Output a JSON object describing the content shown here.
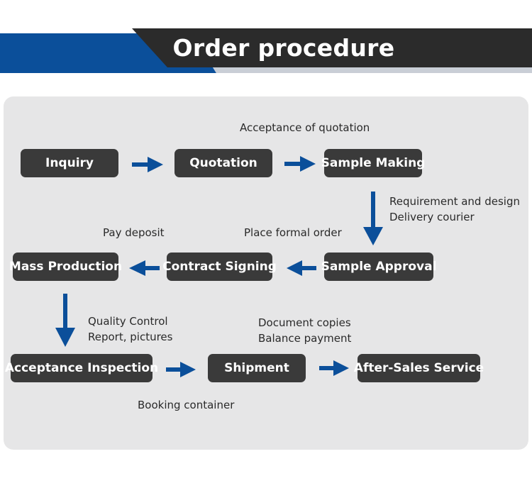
{
  "header": {
    "title": "Order procedure"
  },
  "colors": {
    "accent_blue": "#0b4f9a",
    "box_fill": "#3a3a3a",
    "panel_bg": "#e6e6e7",
    "banner_dark": "#2b2b2b"
  },
  "steps": {
    "inquiry": "Inquiry",
    "quotation": "Quotation",
    "sample_making": "Sample Making",
    "sample_approval": "Sample Approval",
    "contract_signing": "Contract Signing",
    "mass_production": "Mass Production",
    "acceptance_inspection": "Acceptance Inspection",
    "shipment": "Shipment",
    "after_sales": "After-Sales Service"
  },
  "notes": {
    "acceptance_of_quotation": "Acceptance of quotation",
    "requirement_line1": "Requirement and design",
    "requirement_line2": "Delivery courier",
    "pay_deposit": "Pay deposit",
    "place_formal_order": "Place formal order",
    "quality_line1": "Quality Control",
    "quality_line2": "Report, pictures",
    "document_line1": "Document copies",
    "document_line2": "Balance payment",
    "booking_container": "Booking container"
  }
}
